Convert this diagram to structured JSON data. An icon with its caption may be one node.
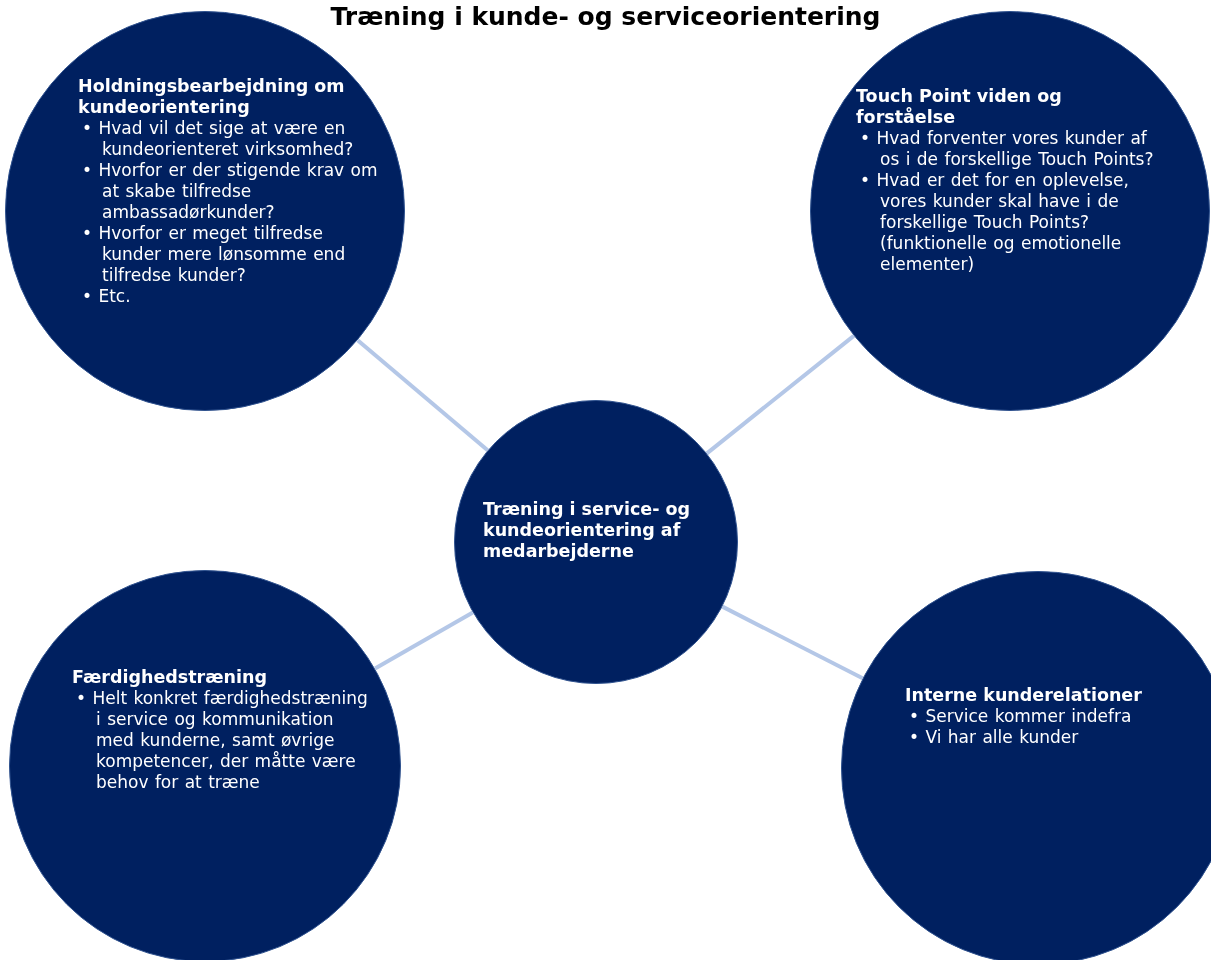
{
  "diagram": {
    "title": "Træning i kunde- og serviceorientering",
    "nodes": [
      {
        "text": [
          "Holdningsbearbejdning om kundeorientering",
          "• Hvad vil det sige at være en kundeorienteret virksomhed?",
          "• Hvorfor er der stigende krav om at skabe tilfredse ambassadørkunder?",
          "• Hvorfor er meget tilfredse kunder mere lønsomme end tilfredse kunder?",
          "• Etc."
        ]
      },
      {
        "text": [
          "Touch Point viden og forståelse",
          "• Hvad forventer vores kunder af os i de forskellige Touch Points?",
          "• Hvad er det for en oplevelse, vores kunder skal have i de forskellige Touch Points? (funktionelle og emotionelle elementer)"
        ]
      },
      {
        "text": [
          "Træning i service- og kundeorientering af medarbejderne"
        ]
      },
      {
        "text": [
          "Færdighedstræning",
          "• Helt konkret færdighedstræning i service og kommunikation med kunderne, samt øvrige kompetencer, der måtte være behov for at træne"
        ]
      },
      {
        "text": [
          "Interne kunderelationer",
          "• Service kommer indefra",
          "• Vi har alle kunder"
        ]
      }
    ],
    "edges": [
      {
        "from": 2,
        "to": 0,
        "arrow": "none"
      },
      {
        "from": 2,
        "to": 1,
        "arrow": "none"
      },
      {
        "from": 2,
        "to": 3,
        "arrow": "none"
      },
      {
        "from": 2,
        "to": 4,
        "arrow": "none"
      }
    ]
  }
}
